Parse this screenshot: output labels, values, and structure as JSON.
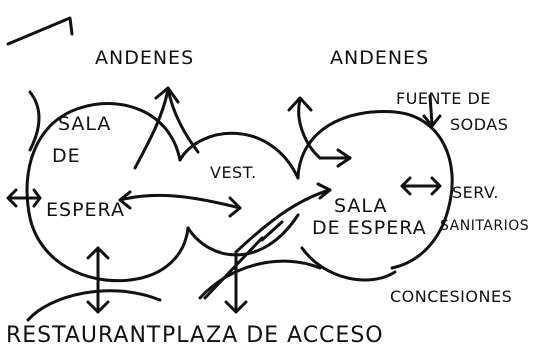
{
  "diagram": {
    "labels": {
      "andenes_left": "ANDENES",
      "andenes_right": "ANDENES",
      "fuente_line1": "FUENTE DE",
      "fuente_line2": "SODAS",
      "sala_left_line1": "SALA",
      "sala_left_line2": "DE",
      "sala_left_line3": "ESPERA",
      "vest": "VEST.",
      "sala_right_line1": "SALA",
      "sala_right_line2": "DE ESPERA",
      "serv_line1": "SERV.",
      "serv_line2": "SANITARIOS",
      "concesiones": "CONCESIONES",
      "restaurant": "RESTAURANT",
      "plaza": "PLAZA DE ACCESO"
    },
    "colors": {
      "ink": "#111111",
      "paper": "#ffffff"
    }
  }
}
